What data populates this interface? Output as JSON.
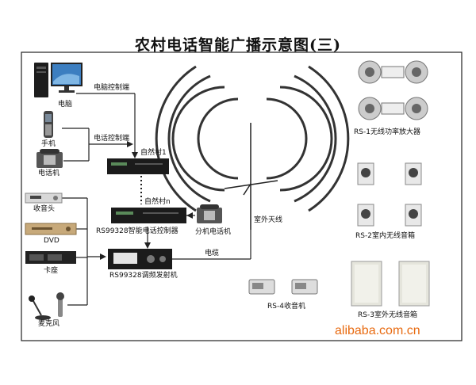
{
  "title": "农村电话智能广播示意图(三)",
  "labels": {
    "computer": "电脑",
    "mobile": "手机",
    "telephone": "电话机",
    "radio": "收音头",
    "dvd": "DVD",
    "cassette": "卡座",
    "microphone": "麦克风",
    "pc_control": "电脑控制端",
    "phone_control": "电话控制端",
    "village1": "自然村1",
    "villagen": "自然村n",
    "controller": "RS99328智能电话控制器",
    "ext_phone": "分机电话机",
    "transmitter": "RS99328调频发射机",
    "cable": "电缆",
    "outdoor_antenna": "室外天线",
    "rs1": "RS-1无线功率放大器",
    "rs2": "RS-2室内无线音箱",
    "rs3": "RS-3室外无线音箱",
    "rs4": "RS-4收音机"
  },
  "watermark": "alibaba.com.cn",
  "colors": {
    "frame": "#222222",
    "wire": "#222222",
    "watermark": "#e86a10",
    "device": "#333333"
  }
}
